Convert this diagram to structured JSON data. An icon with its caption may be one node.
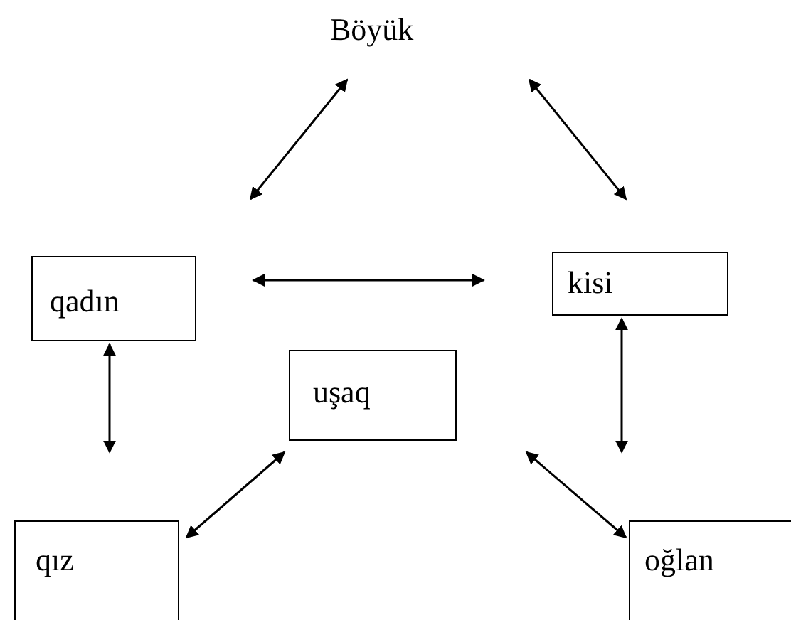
{
  "diagram": {
    "nodes": [
      {
        "text": [
          "Böyük"
        ]
      },
      {
        "text": [
          "qadın"
        ]
      },
      {
        "text": [
          "kisi"
        ]
      },
      {
        "text": [
          "uşaq"
        ]
      },
      {
        "text": [
          "qız"
        ]
      },
      {
        "text": [
          "oğlan"
        ]
      }
    ],
    "edges": [
      {
        "from": 0,
        "to": 1,
        "arrow": "both"
      },
      {
        "from": 0,
        "to": 2,
        "arrow": "both"
      },
      {
        "from": 1,
        "to": 2,
        "arrow": "both"
      },
      {
        "from": 1,
        "to": 4,
        "arrow": "both"
      },
      {
        "from": 2,
        "to": 5,
        "arrow": "both"
      },
      {
        "from": 3,
        "to": 4,
        "arrow": "both"
      },
      {
        "from": 3,
        "to": 5,
        "arrow": "both"
      }
    ]
  }
}
